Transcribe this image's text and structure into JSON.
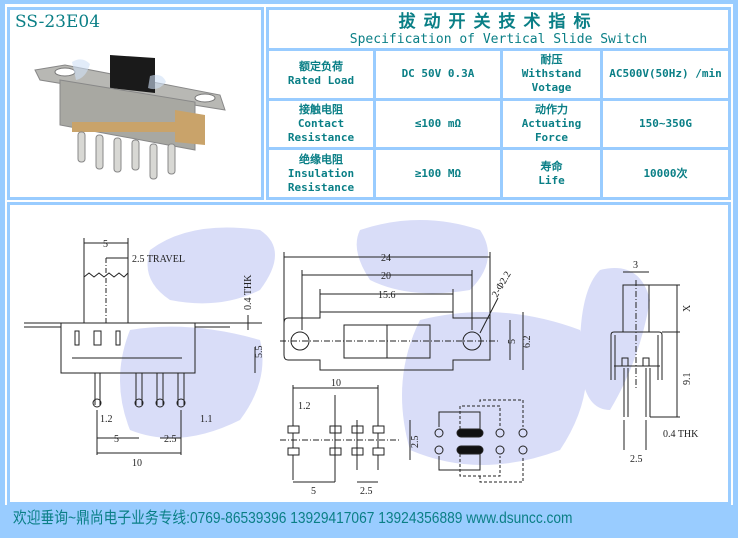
{
  "model": "SS-23E04",
  "watermark": "鼎尚",
  "spec": {
    "title_cn": "拔动开关技术指标",
    "title_en": "Specification of Vertical Slide Switch",
    "rows": [
      {
        "label_cn": "额定负荷",
        "label_en": [
          "Rated Load"
        ],
        "value": "DC 50V 0.3A",
        "label2_cn": "耐压",
        "label2_en": [
          "Withstand",
          "Votage"
        ],
        "value2": "AC500V(50Hz) /min"
      },
      {
        "label_cn": "接触电阻",
        "label_en": [
          "Contact",
          "Resistance"
        ],
        "value": "≤100 mΩ",
        "label2_cn": "动作力",
        "label2_en": [
          "Actuating",
          "Force"
        ],
        "value2": "150~350G"
      },
      {
        "label_cn": "绝缘电阻",
        "label_en": [
          "Insulation",
          "Resistance"
        ],
        "value": "≥100 MΩ",
        "label2_cn": "寿命",
        "label2_en": [
          "Life"
        ],
        "value2": "10000次"
      }
    ]
  },
  "drawing": {
    "side": {
      "width": "5",
      "travel": "2.5 TRAVEL",
      "thk": "0.4 THK",
      "height": "5.5",
      "pin_w": "1.2",
      "pin_w2": "1.1",
      "pitch1": "5",
      "pitch2": "2.5",
      "total": "10"
    },
    "top": {
      "overall": "24",
      "hole_pitch": "20",
      "body": "15.6",
      "holes": "2-Φ2.2",
      "inner_h": "5",
      "outer_h": "6.2"
    },
    "pcb": {
      "total": "10",
      "pad": "1.2",
      "row_pitch": "2.5",
      "pitch1": "5",
      "pitch2": "2.5"
    },
    "end": {
      "actuator_w": "3",
      "actuator_h": "X",
      "height": "9.1",
      "thk": "0.4 THK",
      "pitch": "2.5"
    }
  },
  "footer": "欢迎垂询~鼎尚电子业务专线:0769-86539396  13929417067 13924356889  www.dsuncc.com",
  "colors": {
    "border": "#99ccff",
    "text": "#0a7f86",
    "watermark": "#d9ddf8"
  }
}
